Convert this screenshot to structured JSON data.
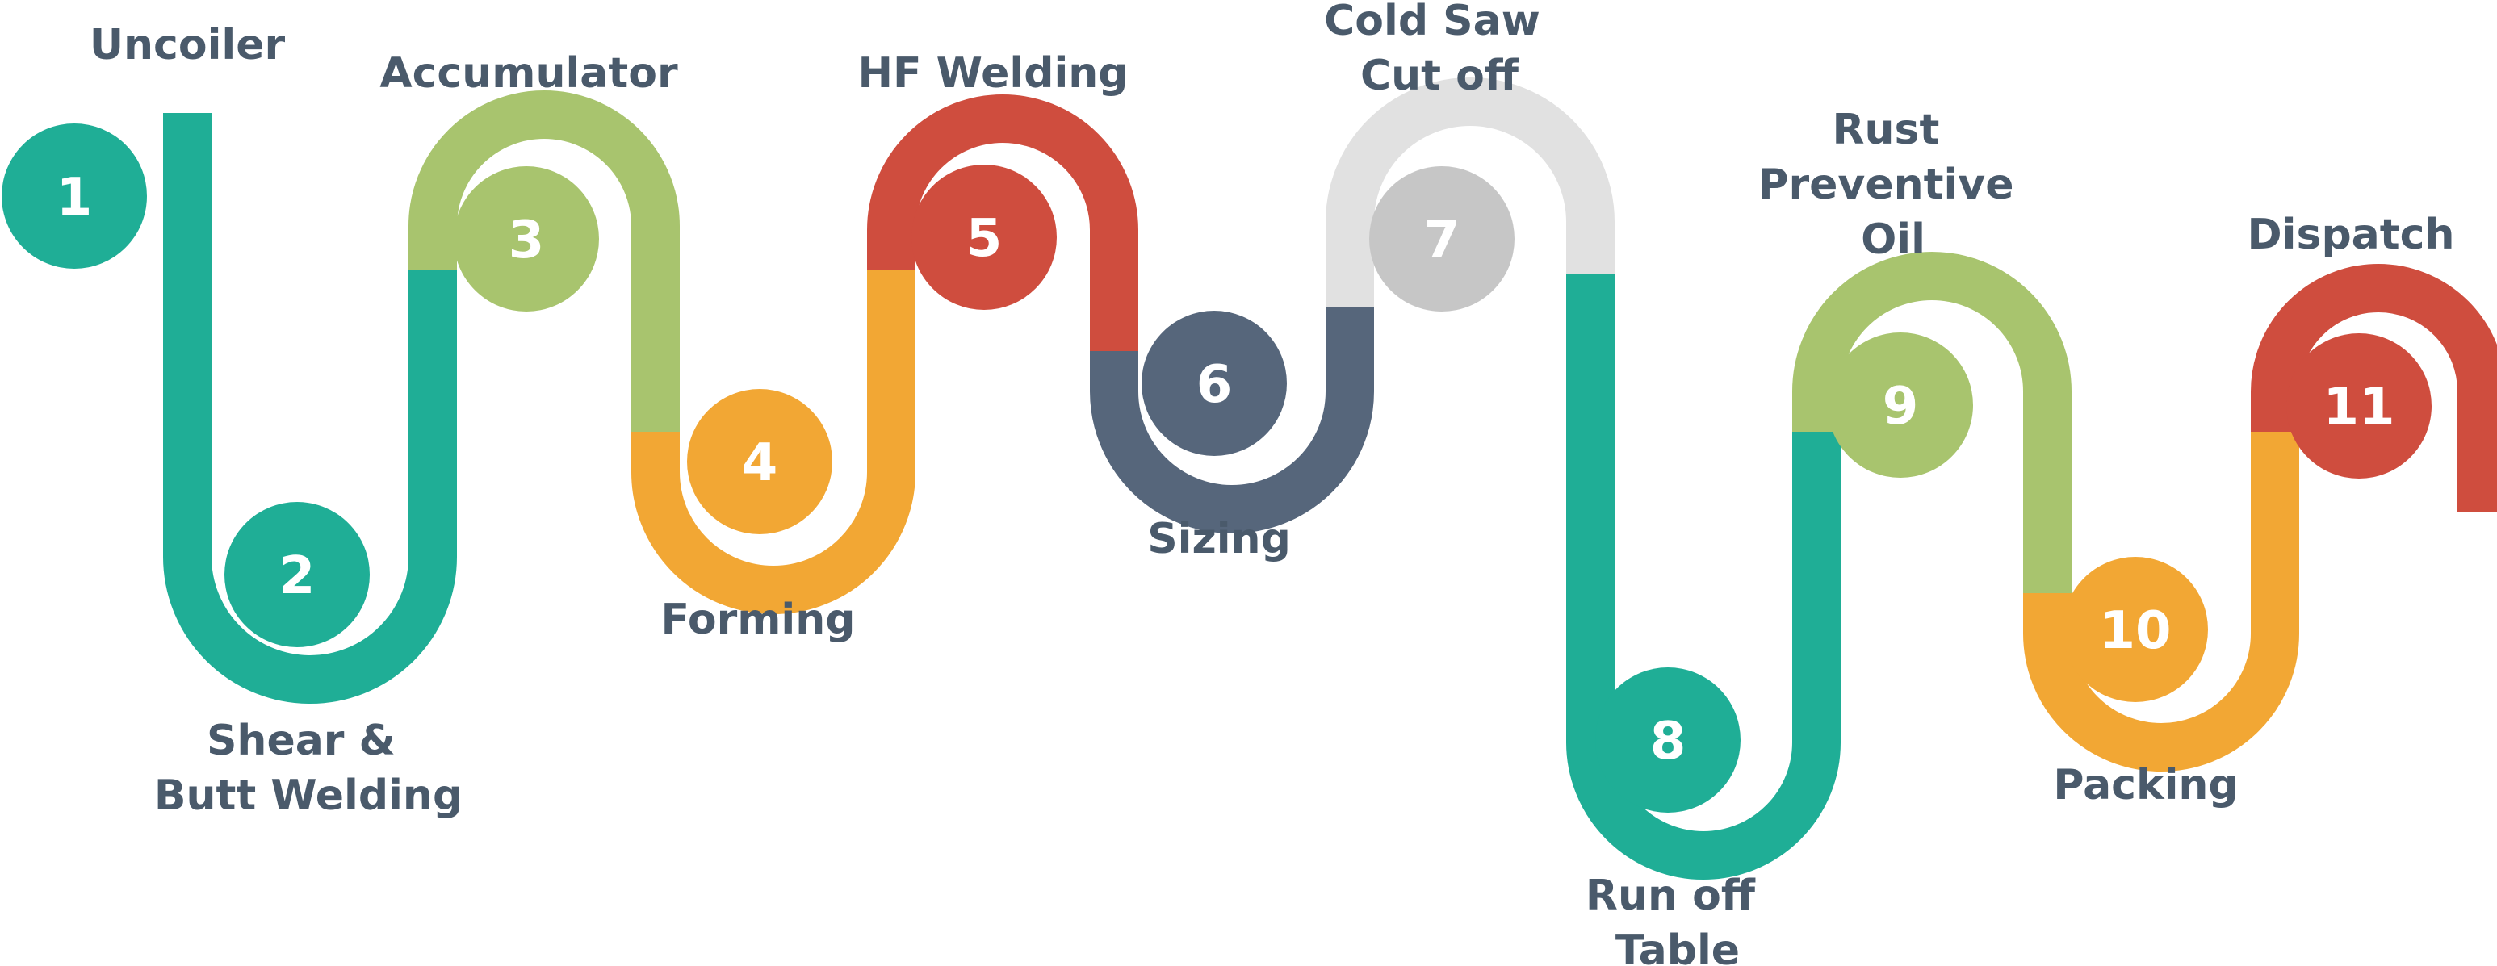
{
  "colors": {
    "teal": "#1fae96",
    "green": "#a8c46e",
    "orange": "#f2a734",
    "red": "#cf4d3e",
    "slate": "#56667b",
    "lightgray": "#e1e1e1",
    "gray": "#c6c6c6",
    "label": "#4a5a6b"
  },
  "steps": [
    {
      "number": "1",
      "label_lines": [
        "Uncoiler"
      ],
      "color": "teal"
    },
    {
      "number": "2",
      "label_lines": [
        "Shear &",
        "Butt Welding"
      ],
      "color": "teal"
    },
    {
      "number": "3",
      "label_lines": [
        "Accumulator"
      ],
      "color": "green"
    },
    {
      "number": "4",
      "label_lines": [
        "Forming"
      ],
      "color": "orange"
    },
    {
      "number": "5",
      "label_lines": [
        "HF Welding"
      ],
      "color": "red"
    },
    {
      "number": "6",
      "label_lines": [
        "Sizing"
      ],
      "color": "slate"
    },
    {
      "number": "7",
      "label_lines": [
        "Cold Saw",
        "Cut off"
      ],
      "color": "gray"
    },
    {
      "number": "8",
      "label_lines": [
        "Run off",
        "Table"
      ],
      "color": "teal"
    },
    {
      "number": "9",
      "label_lines": [
        "Rust",
        "Preventive",
        "Oil"
      ],
      "color": "green"
    },
    {
      "number": "10",
      "label_lines": [
        "Packing"
      ],
      "color": "orange"
    },
    {
      "number": "11",
      "label_lines": [
        "Dispatch"
      ],
      "color": "red"
    }
  ]
}
